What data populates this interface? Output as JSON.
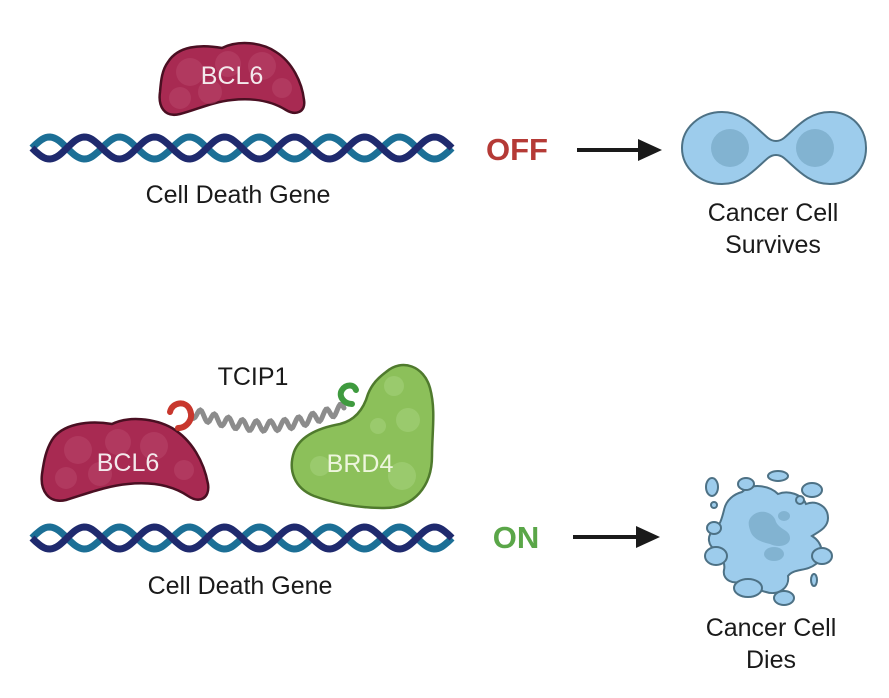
{
  "colors": {
    "bcl6_fill": "#a82a52",
    "bcl6_fill_light": "#b8456a",
    "bcl6_stroke": "#4a0f22",
    "brd4_fill": "#8cc05a",
    "brd4_fill_light": "#a4d07a",
    "brd4_stroke": "#4f7a2d",
    "dna_dark": "#1f2a6e",
    "dna_light": "#1c6f96",
    "off": "#b53a36",
    "on": "#5aa648",
    "arrow": "#1a1a1a",
    "cell_fill": "#9dccec",
    "cell_nucleus": "#7eaecc",
    "cell_stroke": "#4d7185",
    "linker": "#8c8c8c",
    "linker_red": "#c8372d",
    "linker_green": "#3f9a3f"
  },
  "panels": [
    {
      "id": "top",
      "protein_label": "BCL6",
      "gene_label": "Cell Death Gene",
      "state": "OFF",
      "outcome_line1": "Cancer Cell",
      "outcome_line2": "Survives"
    },
    {
      "id": "bottom",
      "protein_label": "BCL6",
      "partner_label": "BRD4",
      "linker_label": "TCIP1",
      "gene_label": "Cell Death Gene",
      "state": "ON",
      "outcome_line1": "Cancer Cell",
      "outcome_line2": "Dies"
    }
  ]
}
